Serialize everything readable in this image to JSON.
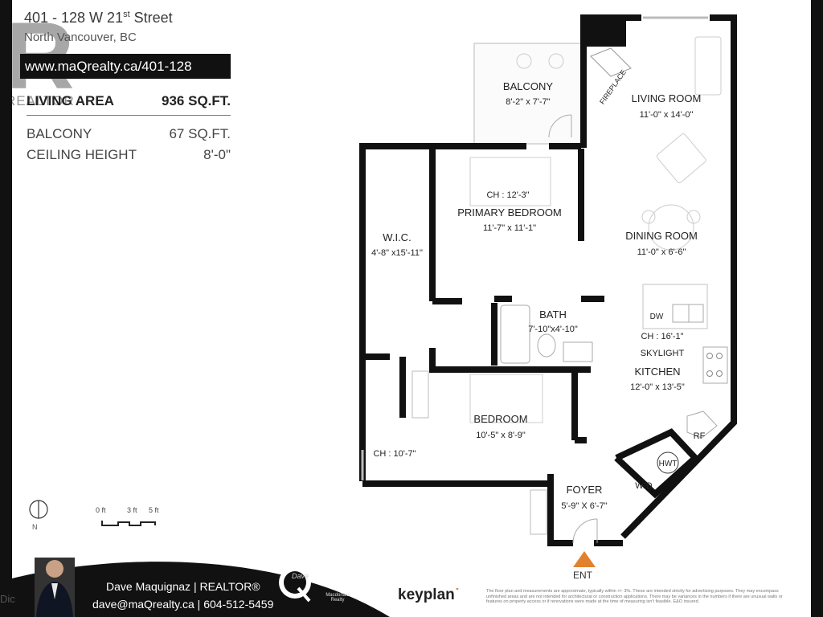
{
  "header": {
    "address_main": "401 - 128 W 21",
    "address_sup": "st",
    "address_street": " Street",
    "city": "North Vancouver, BC",
    "url": "www.maQrealty.ca/401-128",
    "logo_letter": "R",
    "logo_text": "REALTOR"
  },
  "specs": [
    {
      "label": "LIVING AREA",
      "value": "936 SQ.FT."
    },
    {
      "label": "BALCONY",
      "value": "67 SQ.FT."
    },
    {
      "label": "CEILING HEIGHT",
      "value": "8'-0\""
    }
  ],
  "rooms": {
    "balcony_name": "BALCONY",
    "balcony_dims": "8'-2\"  x  7'-7\"",
    "fireplace": "FIREPLACE",
    "living_name": "LIVING ROOM",
    "living_dims": "11'-0\"  x  14'-0\"",
    "primary_ch": "CH : 12'-3\"",
    "primary_name": "PRIMARY BEDROOM",
    "primary_dims": "11'-7\"  x  11'-1\"",
    "wic_name": "W.I.C.",
    "wic_dims": "4'-8\" x15'-11\"",
    "dining_name": "DINING ROOM",
    "dining_dims": "11'-0\"  x  6'-6\"",
    "bath_name": "BATH",
    "bath_dims": "7'-10\"x4'-10\"",
    "dw": "DW",
    "kitchen_ch": "CH : 16'-1\"",
    "skylight": "SKYLIGHT",
    "kitchen_name": "KITCHEN",
    "kitchen_dims": "12'-0\"  x  13'-5\"",
    "bedroom_name": "BEDROOM",
    "bedroom_dims": "10'-5\"  x  8'-9\"",
    "bedroom_ch": "CH : 10'-7\"",
    "rf": "RF",
    "hwt": "HWT",
    "wd": "W/D",
    "foyer_name": "FOYER",
    "foyer_dims": "5'-9\" X 6'-7\"",
    "entry": "ENT"
  },
  "scale": {
    "north": "N",
    "label_0": "0 ft",
    "label_3": "3 ft",
    "label_5": "5 ft"
  },
  "footer": {
    "agent_name": "Dave Maquignaz | REALTOR®",
    "agent_contact": "dave@maQrealty.ca | 604-512-5459",
    "brand_q": "Q",
    "brand_dave": "Dave",
    "macdonald": "Macdonald Realty",
    "keyplan": "keyplan",
    "keyplan_dot": "˙",
    "disclaimer": "The floor plan and measurements are approximate, typically within +/- 3%. These are intended strictly for advertising purposes. They may encompass unfinished areas and are not intended for architectural or construction applications. There may be variances in the numbers if there are unusual walls or features on property access or if renovations were made at the time of measuring isn't feasible. E&O insured.",
    "dic": "Dic",
    "colors": {
      "wall": "#111111",
      "accent": "#e2812d",
      "bar": "#111111"
    }
  }
}
